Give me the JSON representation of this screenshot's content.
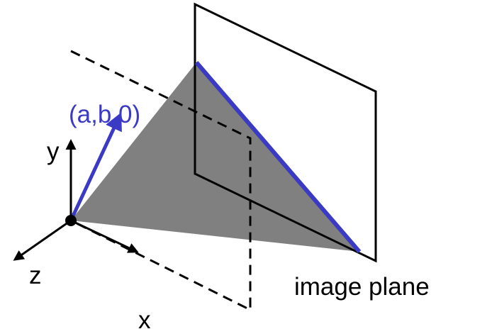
{
  "labels": {
    "vector": "(a,b,0)",
    "y_axis": "y",
    "z_axis": "z",
    "x_axis": "x",
    "image_plane": "image plane"
  },
  "colors": {
    "blue": "#3a3ac4",
    "triangle_fill": "#808080",
    "line": "#000000"
  }
}
